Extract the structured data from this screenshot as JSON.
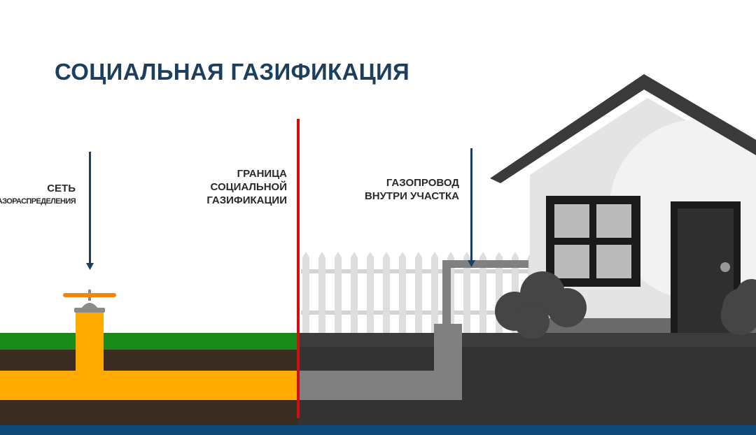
{
  "title": "СОЦИАЛЬНАЯ ГАЗИФИКАЦИЯ",
  "labels": {
    "network": [
      "СЕТЬ",
      "ГАЗОРАСПРЕДЕЛЕНИЯ"
    ],
    "boundary": [
      "ГРАНИЦА",
      "СОЦИАЛЬНОЙ",
      "ГАЗИФИКАЦИИ"
    ],
    "onsite": [
      "ГАЗОПРОВОД",
      "ВНУТРИ УЧАСТКА"
    ]
  },
  "colors": {
    "title": "#1d3f5e",
    "public_pipe": "#ffaa00",
    "private_pipe": "#808080",
    "boundary_line": "#d01010",
    "grass": "#1a8a1a",
    "bottom_bar": "#0d4a7a"
  }
}
